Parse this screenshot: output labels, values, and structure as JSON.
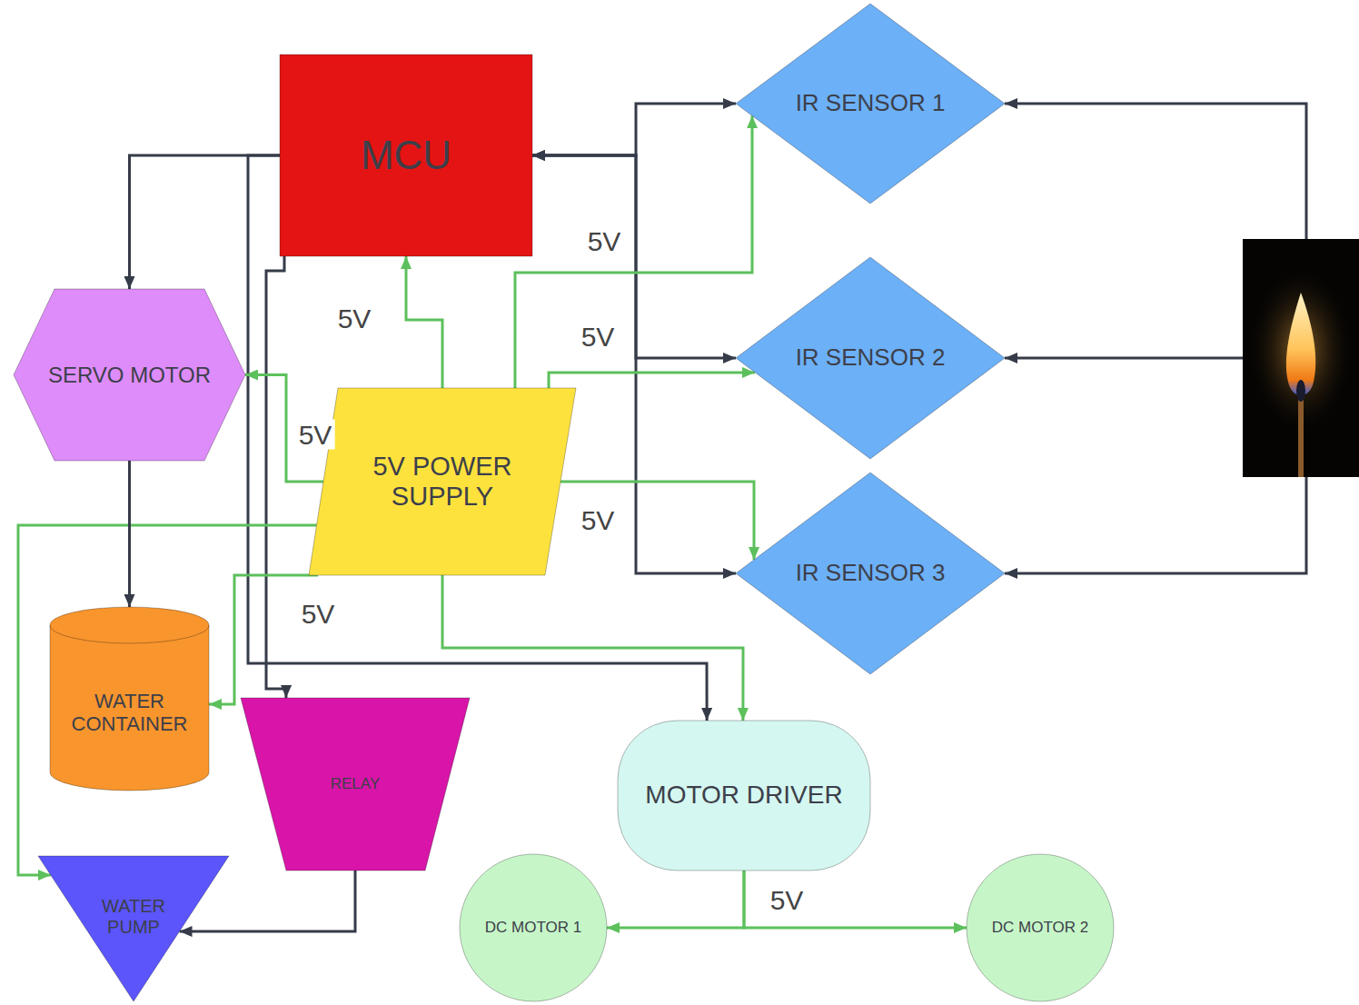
{
  "diagram": {
    "nodes": [
      {
        "text": [
          "MCU"
        ]
      },
      {
        "text": [
          "IR SENSOR 1"
        ]
      },
      {
        "text": [
          "SERVO MOTOR"
        ]
      },
      {
        "text": [
          "IR SENSOR 2"
        ]
      },
      {
        "text": [
          "5V POWER SUPPLY"
        ]
      },
      {
        "text": [
          "IR SENSOR 3"
        ]
      },
      {
        "text": [
          "WATER CONTAINER"
        ]
      },
      {
        "text": [
          "RELAY"
        ]
      },
      {
        "text": [
          "MOTOR DRIVER"
        ]
      },
      {
        "text": [
          "WATER PUMP"
        ]
      },
      {
        "text": [
          "DC MOTOR 1"
        ]
      },
      {
        "text": [
          "DC MOTOR 2"
        ]
      }
    ],
    "edges": [
      {
        "from": 0,
        "to": 2,
        "arrow": "to"
      },
      {
        "from": 0,
        "to": 7,
        "arrow": "to"
      },
      {
        "from": 0,
        "to": 8,
        "arrow": "to"
      },
      {
        "from": 1,
        "to": 0,
        "arrow": "both"
      },
      {
        "from": 3,
        "to": 0,
        "arrow": "both"
      },
      {
        "from": 5,
        "to": 0,
        "arrow": "both"
      },
      {
        "from": 4,
        "to": 0,
        "arrow": "to",
        "label": "5V"
      },
      {
        "from": 4,
        "to": 1,
        "arrow": "to",
        "label": "5V"
      },
      {
        "from": 4,
        "to": 3,
        "arrow": "to",
        "label": "5V"
      },
      {
        "from": 4,
        "to": 5,
        "arrow": "to",
        "label": "5V"
      },
      {
        "from": 4,
        "to": 2,
        "arrow": "to",
        "label": "5V"
      },
      {
        "from": 4,
        "to": 6,
        "arrow": "to",
        "label": "5V"
      },
      {
        "from": 4,
        "to": 9,
        "arrow": "to"
      },
      {
        "from": 4,
        "to": 8,
        "arrow": "to"
      },
      {
        "from": 2,
        "to": 6,
        "arrow": "to"
      },
      {
        "from": 7,
        "to": 9,
        "arrow": "to"
      },
      {
        "from": 8,
        "to": 10,
        "arrow": "to",
        "label": "5V"
      },
      {
        "from": 8,
        "to": 11,
        "arrow": "to"
      }
    ]
  }
}
